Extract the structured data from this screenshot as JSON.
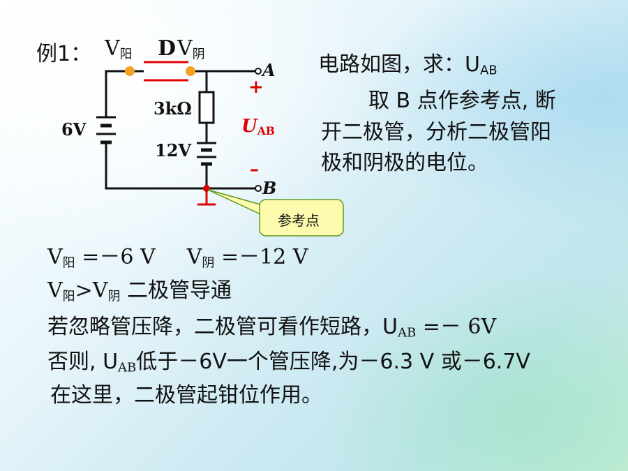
{
  "example_label": "例1：",
  "circuit": {
    "v_yang_prefix": "V",
    "v_yang_sub": "阳",
    "diode_label": "D",
    "v_yin_prefix": "V",
    "v_yin_sub": "阴",
    "node_a": "A",
    "node_b": "B",
    "plus_sign": "+",
    "minus_sign": "–",
    "u_prefix": "U",
    "u_sub": "AB",
    "resistor_label": "3kΩ",
    "left_battery_label": "6V",
    "right_battery_label": "12V",
    "callout_text": "参考点"
  },
  "problem": {
    "line1_prefix": "电路如图，求：U",
    "line1_sub": "AB",
    "line2": "取 B 点作参考点, 断",
    "line3": "开二极管，分析二极管阳",
    "line4": "极和阴极的电位。"
  },
  "analysis": {
    "l1_v1": "V",
    "l1_s1": "阳",
    "l1_eq1": " =－6 V",
    "l1_v2": "V",
    "l1_s2": "阴",
    "l1_eq2": " =－12 V",
    "l2_v1": "V",
    "l2_s1": "阳",
    "l2_gt": ">V",
    "l2_s2": "阴",
    "l2_text": " 二极管导通",
    "l3_text": "若忽略管压降，二极管可看作短路，U",
    "l3_sub": "AB",
    "l3_val": " =－ 6V",
    "l4_text": "否则, U",
    "l4_sub": "AB",
    "l4_rest": "低于－6V一个管压降,为－6.3 V 或－6.7V",
    "l5_text": "在这里，二极管起钳位作用。"
  },
  "colors": {
    "wire": "#111111",
    "node_orange": "#f4a020",
    "node_red": "#e00000",
    "diode_red": "#e00000",
    "callout_fill": "#fdfcae",
    "callout_stroke": "#5a9a20"
  }
}
